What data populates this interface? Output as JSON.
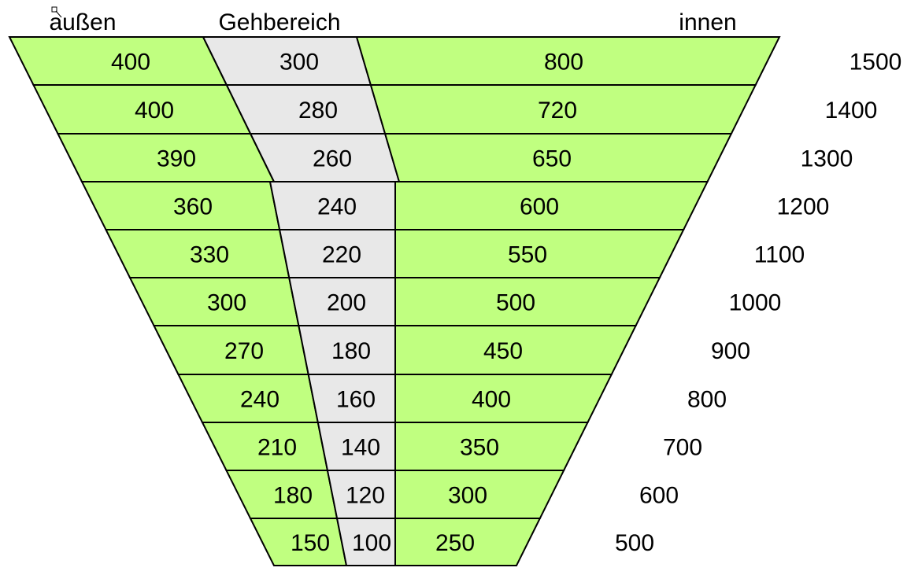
{
  "headers": {
    "outer": "außen",
    "walkway": "Gehbereich",
    "inner": "innen"
  },
  "colors": {
    "outer": "#c0ff80",
    "walkway": "#e8e8e8",
    "inner": "#c0ff80",
    "lines": "#000000"
  },
  "rows": [
    {
      "outer": "400",
      "walkway": "300",
      "inner": "800",
      "total": "1500"
    },
    {
      "outer": "400",
      "walkway": "280",
      "inner": "720",
      "total": "1400"
    },
    {
      "outer": "390",
      "walkway": "260",
      "inner": "650",
      "total": "1300"
    },
    {
      "outer": "360",
      "walkway": "240",
      "inner": "600",
      "total": "1200"
    },
    {
      "outer": "330",
      "walkway": "220",
      "inner": "550",
      "total": "1100"
    },
    {
      "outer": "300",
      "walkway": "200",
      "inner": "500",
      "total": "1000"
    },
    {
      "outer": "270",
      "walkway": "180",
      "inner": "450",
      "total": "900"
    },
    {
      "outer": "240",
      "walkway": "160",
      "inner": "400",
      "total": "800"
    },
    {
      "outer": "210",
      "walkway": "140",
      "inner": "350",
      "total": "700"
    },
    {
      "outer": "180",
      "walkway": "120",
      "inner": "300",
      "total": "600"
    },
    {
      "outer": "150",
      "walkway": "100",
      "inner": "250",
      "total": "500"
    }
  ]
}
